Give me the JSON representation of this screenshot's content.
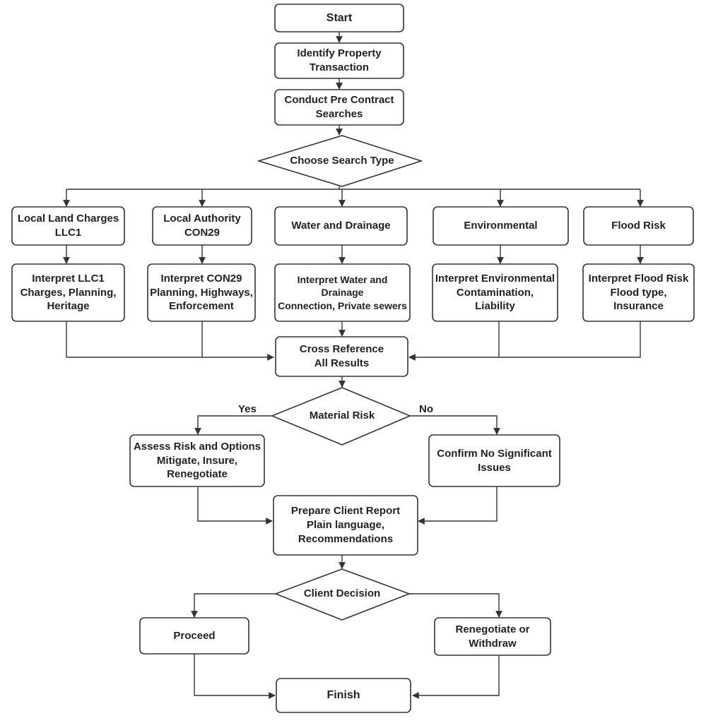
{
  "diagram": {
    "nodes": {
      "start": "Start",
      "identify": "Identify Property\nTransaction",
      "conduct": "Conduct Pre Contract\nSearches",
      "choose": "Choose Search Type",
      "llc1": "Local Land Charges\nLLC1",
      "con29": "Local Authority\nCON29",
      "water": "Water and Drainage",
      "environmental": "Environmental",
      "flood": "Flood Risk",
      "interpret_llc1": "Interpret LLC1\nCharges, Planning,\nHeritage",
      "interpret_con29": "Interpret CON29\nPlanning, Highways,\nEnforcement",
      "interpret_water": "Interpret Water and Drainage\nConnection, Private sewers",
      "interpret_env": "Interpret Environmental\nContamination,\nLiability",
      "interpret_flood": "Interpret Flood Risk\nFlood type,\nInsurance",
      "cross": "Cross Reference\nAll Results",
      "material": "Material Risk",
      "assess": "Assess Risk and Options\nMitigate, Insure,\nRenegotiate",
      "confirm": "Confirm No Significant\nIssues",
      "prepare": "Prepare Client Report\nPlain language,\nRecommendations",
      "client": "Client Decision",
      "proceed": "Proceed",
      "renegotiate": "Renegotiate or\nWithdraw",
      "finish": "Finish"
    },
    "branch_labels": {
      "yes": "Yes",
      "no": "No"
    }
  }
}
